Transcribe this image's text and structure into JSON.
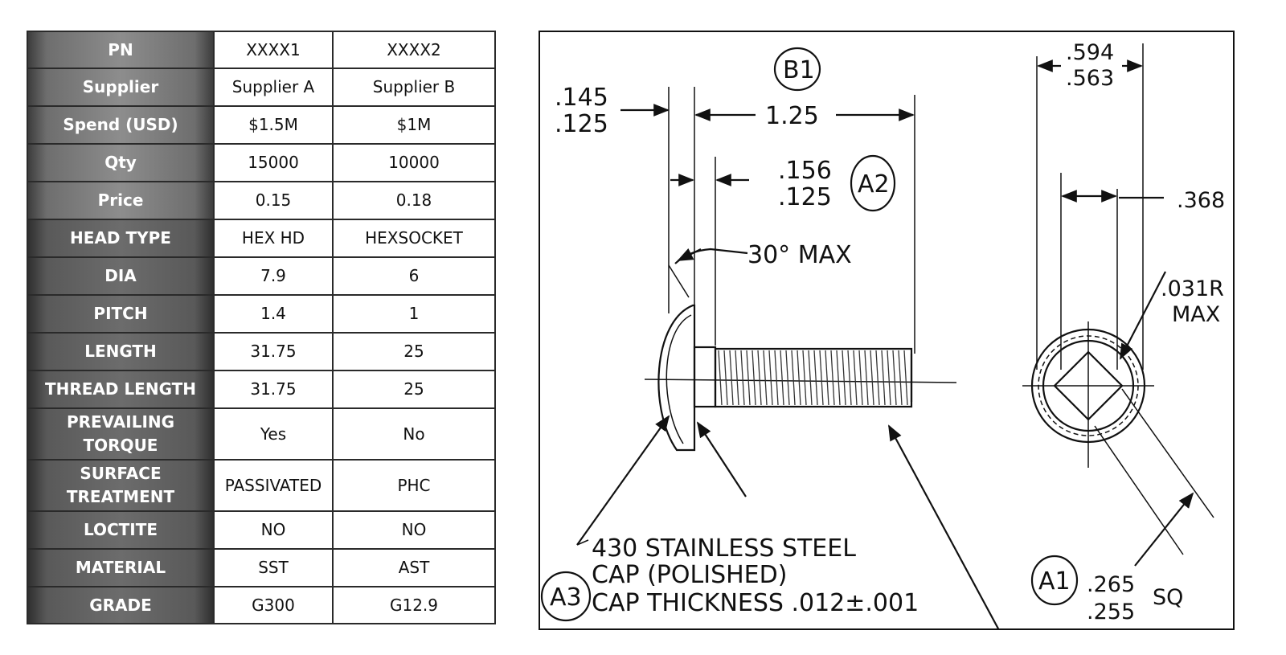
{
  "table": {
    "rows": [
      {
        "label": "PN",
        "v1": "XXXX1",
        "v2": "XXXX2",
        "shade": "light"
      },
      {
        "label": "Supplier",
        "v1": "Supplier A",
        "v2": "Supplier B",
        "shade": "light"
      },
      {
        "label": "Spend (USD)",
        "v1": "$1.5M",
        "v2": "$1M",
        "shade": "light"
      },
      {
        "label": "Qty",
        "v1": "15000",
        "v2": "10000",
        "shade": "light"
      },
      {
        "label": "Price",
        "v1": "0.15",
        "v2": "0.18",
        "shade": "light"
      },
      {
        "label": "HEAD TYPE",
        "v1": "HEX HD",
        "v2": "HEXSOCKET",
        "shade": "dark"
      },
      {
        "label": "DIA",
        "v1": "7.9",
        "v2": "6",
        "shade": "dark"
      },
      {
        "label": "PITCH",
        "v1": "1.4",
        "v2": "1",
        "shade": "dark"
      },
      {
        "label": "LENGTH",
        "v1": "31.75",
        "v2": "25",
        "shade": "dark"
      },
      {
        "label": "THREAD LENGTH",
        "v1": "31.75",
        "v2": "25",
        "shade": "dark"
      },
      {
        "label": "PREVAILING TORQUE",
        "v1": "Yes",
        "v2": "No",
        "shade": "dark"
      },
      {
        "label": "SURFACE TREATMENT",
        "v1": "PASSIVATED",
        "v2": "PHC",
        "shade": "dark"
      },
      {
        "label": "LOCTITE",
        "v1": "NO",
        "v2": "NO",
        "shade": "dark"
      },
      {
        "label": "MATERIAL",
        "v1": "SST",
        "v2": "AST",
        "shade": "dark"
      },
      {
        "label": "GRADE",
        "v1": "G300",
        "v2": "G12.9",
        "shade": "dark"
      }
    ]
  },
  "drawing": {
    "callouts": {
      "b1": "B1",
      "a2": "A2",
      "a3": "A3",
      "a1": "A1"
    },
    "dims": {
      "head_upper": ".145",
      "head_lower": ".125",
      "length": "1.25",
      "neck_upper": ".156",
      "neck_lower": ".125",
      "angle": "30° MAX",
      "width_upper": ".594",
      "width_lower": ".563",
      "socket": ".368",
      "radius_line1": ".031R",
      "radius_line2": "MAX",
      "square_upper": ".265",
      "square_lower": ".255",
      "square_unit": "SQ"
    },
    "notes": {
      "line1": "430 STAINLESS STEEL",
      "line2": "CAP (POLISHED)",
      "line3": "CAP THICKNESS .012±.001"
    }
  }
}
